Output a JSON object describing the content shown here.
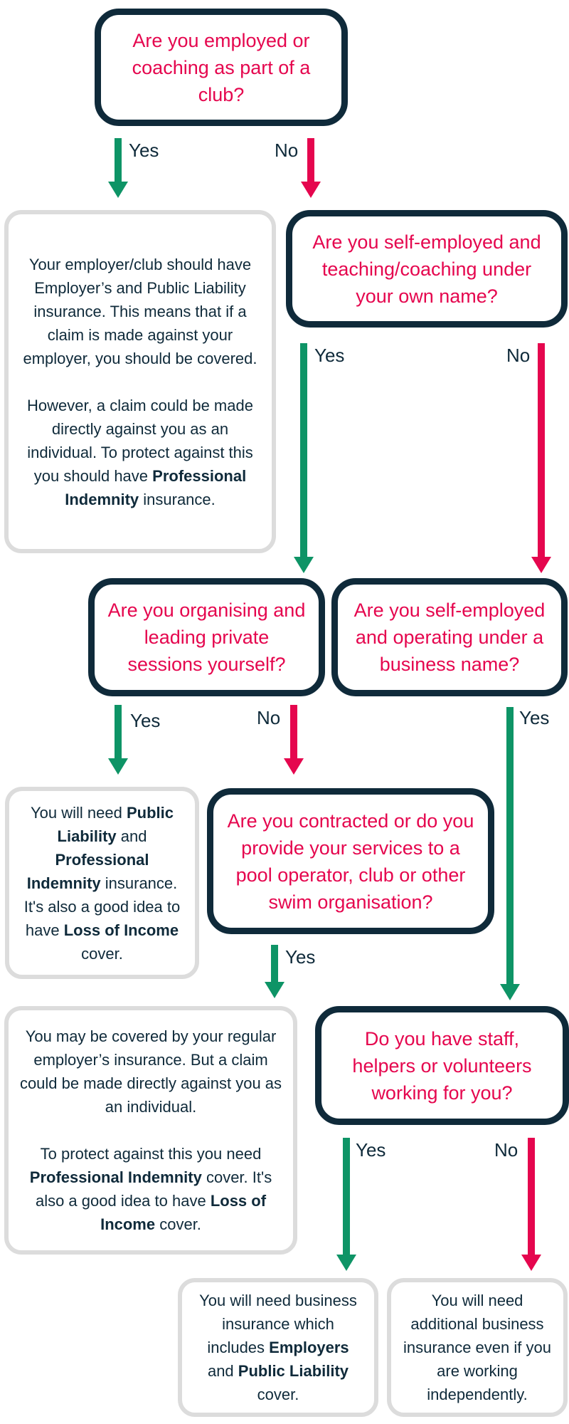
{
  "questions": {
    "q1": "Are you employed or coaching as part of a club?",
    "q2": "Are you self-employed and teaching/coaching under your own name?",
    "q3": "Are you organising and leading private sessions yourself?",
    "q4": "Are you self-employed and operating under a business name?",
    "q5": "Are you contracted or do you provide your services to a pool operator, club or other swim organisation?",
    "q6": "Do you have staff, helpers or volunteers working for you?"
  },
  "answers": {
    "a1_p1": "Your employer/club should have Employer’s and Public Liability insurance. This means that if a claim is made against your employer, you should be covered.",
    "a1_p2_pre": "However, a claim could be made directly against you as an individual. To protect against this you should have ",
    "a1_p2_b1": "Professional Indemnity",
    "a1_p2_post": " insurance.",
    "a2_t1": "You will need ",
    "a2_b1": "Public Liability",
    "a2_t2": " and ",
    "a2_b2": "Professional Indemnity",
    "a2_t3": " insurance. It's also a good idea to have ",
    "a2_b3": "Loss of Income",
    "a2_t4": " cover.",
    "a3_p1": "You may be covered by your regular employer’s insurance. But a claim could be made directly against you as an individual.",
    "a3_t1": "To protect against this you need ",
    "a3_b1": "Professional Indemnity",
    "a3_t2": " cover. It's also a good idea to have ",
    "a3_b2": "Loss of Income",
    "a3_t3": " cover.",
    "a4_t1": "You will need business insurance which includes ",
    "a4_b1": "Employers",
    "a4_t2": " and ",
    "a4_b2": "Public Liability",
    "a4_t3": " cover.",
    "a5": "You will need additional business insurance even if you are working independently."
  },
  "labels": {
    "yes": "Yes",
    "no": "No"
  },
  "colors": {
    "yes_arrow": "#0e9466",
    "no_arrow": "#e5064e",
    "question_text": "#e5064e",
    "question_border": "#0f2a3a",
    "answer_border": "#dcdcdc"
  }
}
